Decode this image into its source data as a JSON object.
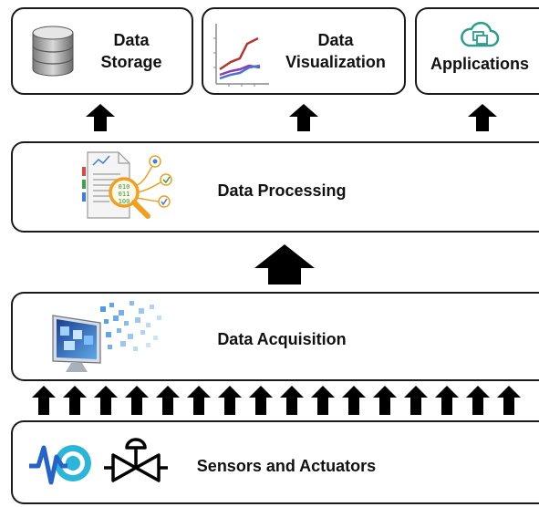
{
  "top_row": {
    "storage": {
      "line1": "Data",
      "line2": "Storage",
      "icon": "database-icon"
    },
    "visualization": {
      "line1": "Data",
      "line2": "Visualization",
      "icon": "line-chart-icon"
    },
    "applications": {
      "label": "Applications",
      "icon": "cloud-icon"
    }
  },
  "processing": {
    "label": "Data Processing",
    "icon": "document-analysis-icon"
  },
  "acquisition": {
    "label": "Data Acquisition",
    "icon": "monitor-data-stream-icon"
  },
  "sensors": {
    "label": "Sensors and Actuators",
    "icons": [
      "sensor-signal-icon",
      "valve-actuator-icon"
    ]
  },
  "colors": {
    "border": "#1a1a1a",
    "arrow": "#000000",
    "chart_red": "#b83232",
    "chart_blue": "#4a6fd6",
    "chart_purple": "#8a3fb0",
    "cloud_teal": "#2a9d8f",
    "magnifier_orange": "#f0a020",
    "sensor_blue": "#2563c9",
    "sensor_cyan": "#2bb5d9"
  }
}
